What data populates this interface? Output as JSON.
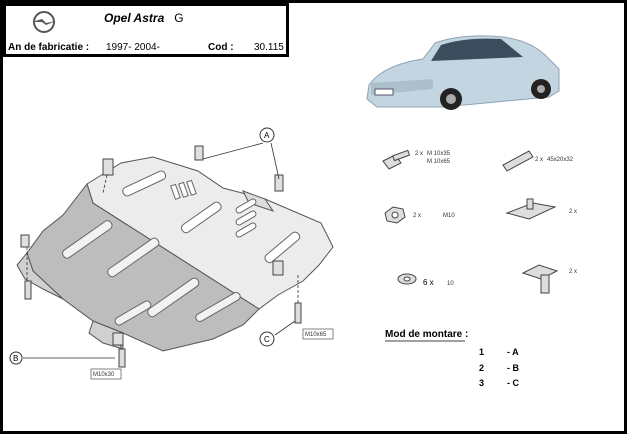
{
  "header": {
    "brand_logo": "opel-blitz-logo",
    "model": "Opel Astra",
    "generation": "G",
    "year_label": "An de fabricatie :",
    "year_value": "1997- 2004-",
    "code_label": "Cod :",
    "code_value": "30.115"
  },
  "diagram": {
    "callouts": {
      "a": "A",
      "b": "B",
      "c": "C"
    },
    "bolt_labels": {
      "right": "M10x65",
      "left": "M10x30"
    }
  },
  "parts": [
    {
      "icon": "bolt-with-washer-icon",
      "qty": "2 x",
      "spec_1": "M 10x35",
      "spec_2": "M 10x65"
    },
    {
      "icon": "clip-bracket-icon",
      "qty": "2 x",
      "spec_1": "45x20x32"
    },
    {
      "icon": "nut-icon",
      "qty": "2 x",
      "spec_1": "M10"
    },
    {
      "icon": "angle-bracket-icon",
      "qty": "2 x"
    },
    {
      "icon": "washer-icon",
      "qty": "6 x",
      "spec_1": "10"
    },
    {
      "icon": "t-bracket-icon",
      "qty": "2 x"
    }
  ],
  "mounting": {
    "title": "Mod de montare :",
    "rows": [
      {
        "num": "1",
        "letter": "- A"
      },
      {
        "num": "2",
        "letter": "- B"
      },
      {
        "num": "3",
        "letter": "- C"
      }
    ]
  },
  "colors": {
    "frame": "#000000",
    "plate_light": "#ececec",
    "plate_dark": "#bdbdbd",
    "car": "#c4d5e2"
  }
}
